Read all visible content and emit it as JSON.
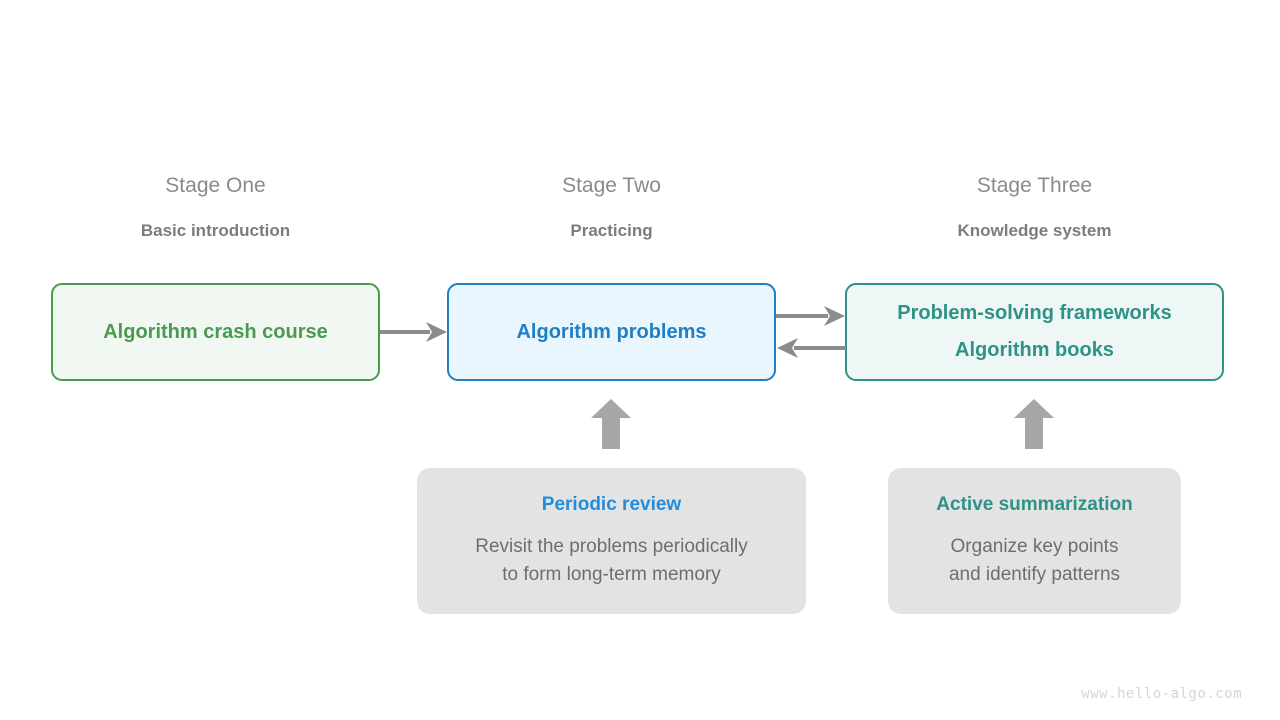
{
  "diagram": {
    "title_watermark": "www.hello-algo.com",
    "background_color": "#ffffff",
    "arrow_color": "#8c8c8c",
    "stages": [
      {
        "name": "Stage One",
        "subtitle": "Basic introduction",
        "box_label_line1": "Algorithm crash course",
        "box_label_line2": "",
        "accent_color": "#4a9a52",
        "fill_color": "#f1f8f1"
      },
      {
        "name": "Stage Two",
        "subtitle": "Practicing",
        "box_label_line1": "Algorithm problems",
        "box_label_line2": "",
        "accent_color": "#1f7fc4",
        "fill_color": "#eaf6fd"
      },
      {
        "name": "Stage Three",
        "subtitle": "Knowledge system",
        "box_label_line1": "Problem-solving frameworks",
        "box_label_line2": "Algorithm books",
        "accent_color": "#2e9286",
        "fill_color": "#eef7f5"
      }
    ],
    "support": [
      {
        "title": "Periodic review",
        "title_color": "#1f8fdd",
        "description": "Revisit the problems periodically\nto form long-term memory",
        "fill_color": "#e3e3e3"
      },
      {
        "title": "Active summarization",
        "title_color": "#2e9286",
        "description": "Organize key points\nand identify patterns",
        "fill_color": "#e3e3e3"
      }
    ],
    "connectors": [
      {
        "name": "stage-one-to-stage-two",
        "direction": "right"
      },
      {
        "name": "stage-two-to-stage-three",
        "direction": "right"
      },
      {
        "name": "stage-three-to-stage-two",
        "direction": "left"
      },
      {
        "name": "periodic-review-to-stage-two",
        "direction": "up"
      },
      {
        "name": "active-summarization-to-stage-three",
        "direction": "up"
      }
    ]
  }
}
